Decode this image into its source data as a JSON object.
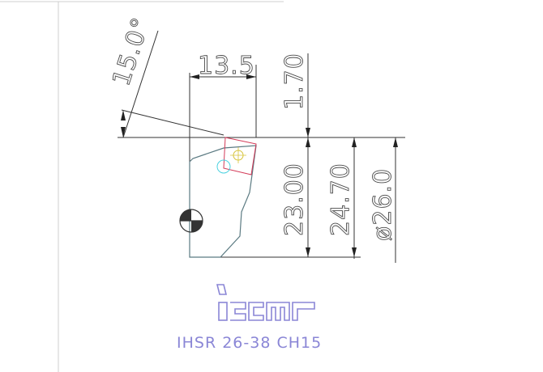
{
  "dimensions": {
    "angle": "15.0°",
    "width": "13.5",
    "top_offset": "1.70",
    "height_1": "23.00",
    "height_2": "24.70",
    "diameter": "ø26.0"
  },
  "logo": {
    "text": "iscar"
  },
  "caption": "IHSR 26-38 CH15",
  "colors": {
    "part_outline": "#5b7a82",
    "insert_outline": "#d33a58",
    "logo": "#8a86d6",
    "dimension": "#3b3b3b"
  }
}
